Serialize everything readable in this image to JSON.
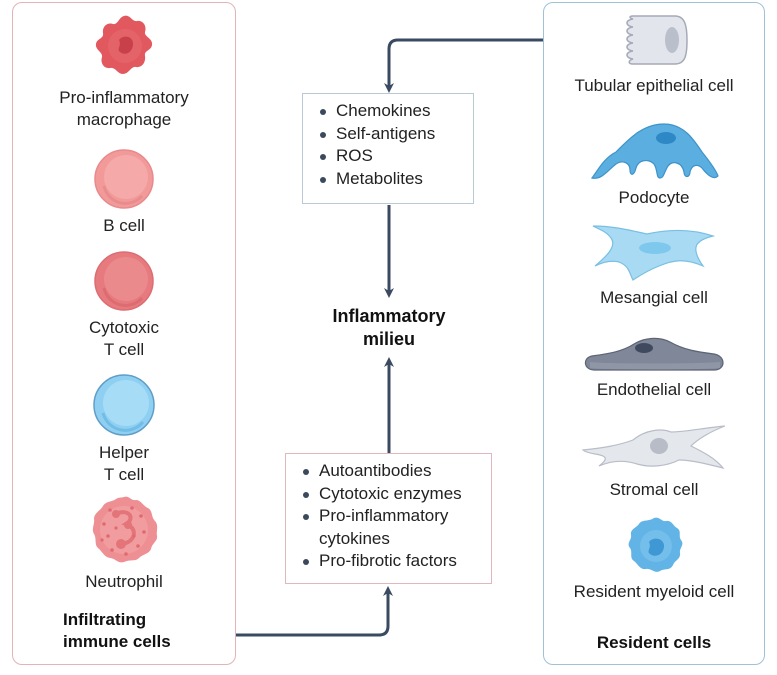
{
  "left_panel": {
    "title_line1": "Infiltrating",
    "title_line2": "immune cells",
    "border_color": "#e3b3b6",
    "cells": [
      {
        "line1": "Pro-inflammatory",
        "line2": "macrophage",
        "icon": "macrophage-icon",
        "color": "#e2585f"
      },
      {
        "line1": "B cell",
        "line2": "",
        "icon": "b-cell-icon",
        "color": "#f29a9a"
      },
      {
        "line1": "Cytotoxic",
        "line2": "T cell",
        "icon": "cytotoxic-t-cell-icon",
        "color": "#e77a7e"
      },
      {
        "line1": "Helper",
        "line2": "T cell",
        "icon": "helper-t-cell-icon",
        "color": "#8fd0f2"
      },
      {
        "line1": "Neutrophil",
        "line2": "",
        "icon": "neutrophil-icon",
        "color": "#ee8f93"
      }
    ]
  },
  "right_panel": {
    "title": "Resident cells",
    "border_color": "#9fc2d6",
    "cells": [
      {
        "label": "Tubular epithelial cell",
        "icon": "tubular-epithelial-cell-icon",
        "color": "#e2e5ec"
      },
      {
        "label": "Podocyte",
        "icon": "podocyte-icon",
        "color": "#5aaee0"
      },
      {
        "label": "Mesangial cell",
        "icon": "mesangial-cell-icon",
        "color": "#a9daf3"
      },
      {
        "label": "Endothelial cell",
        "icon": "endothelial-cell-icon",
        "color": "#7f8799"
      },
      {
        "label": "Stromal cell",
        "icon": "stromal-cell-icon",
        "color": "#e4e7ec"
      },
      {
        "label": "Resident myeloid cell",
        "icon": "resident-myeloid-cell-icon",
        "color": "#62b4e6"
      }
    ]
  },
  "top_box": {
    "items": [
      "Chemokines",
      "Self-antigens",
      "ROS",
      "Metabolites"
    ]
  },
  "bottom_box": {
    "items": [
      {
        "line1": "Autoantibodies",
        "line2": ""
      },
      {
        "line1": "Cytotoxic enzymes",
        "line2": ""
      },
      {
        "line1": "Pro-inflammatory",
        "line2": "cytokines"
      },
      {
        "line1": "Pro-fibrotic factors",
        "line2": ""
      }
    ]
  },
  "center": {
    "line1": "Inflammatory",
    "line2": "milieu"
  },
  "colors": {
    "arrow": "#3a4a60"
  }
}
